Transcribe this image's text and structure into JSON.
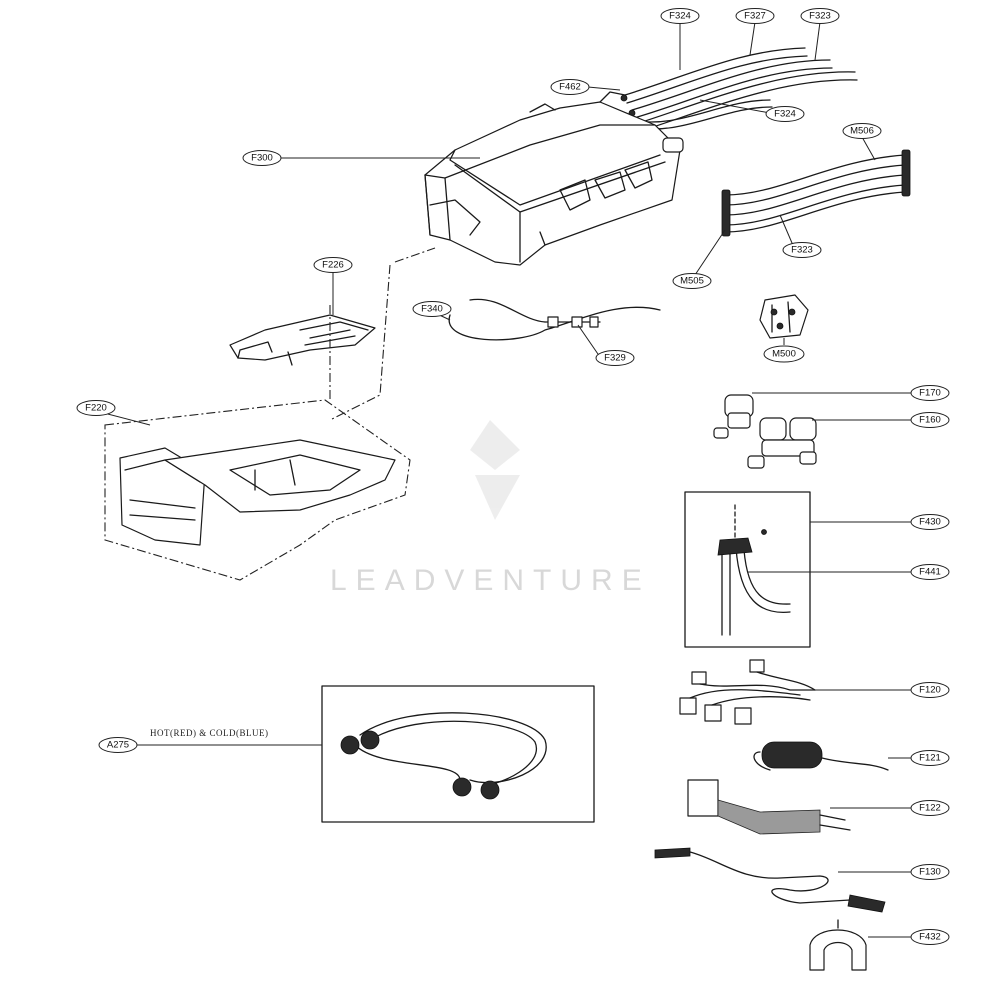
{
  "watermark": {
    "text": "LEADVENTURE"
  },
  "note": {
    "hose_colors": "HOT(RED) & COLD(BLUE)"
  },
  "callouts": {
    "F324a": "F324",
    "F327": "F327",
    "F323a": "F323",
    "F462": "F462",
    "F324b": "F324",
    "F300": "F300",
    "M506": "M506",
    "F323b": "F323",
    "M505": "M505",
    "F226": "F226",
    "F340": "F340",
    "F329": "F329",
    "M500": "M500",
    "F220": "F220",
    "F170": "F170",
    "F160": "F160",
    "F430": "F430",
    "F441": "F441",
    "F120": "F120",
    "A275": "A275",
    "F121": "F121",
    "F122": "F122",
    "F130": "F130",
    "F432": "F432"
  }
}
